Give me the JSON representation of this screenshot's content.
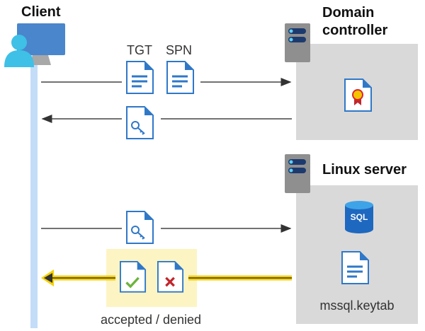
{
  "client": {
    "label": "Client"
  },
  "domain_controller": {
    "label_line1": "Domain",
    "label_line2": "controller"
  },
  "linux_server": {
    "label": "Linux server",
    "sql_label": "SQL",
    "keytab_label": "mssql.keytab"
  },
  "messages": {
    "tgt_label": "TGT",
    "spn_label": "SPN",
    "result_label": "accepted / denied"
  },
  "colors": {
    "lifeline": "#c3dcf8",
    "server_box": "#d9d9d9",
    "highlight": "#fdf4c4",
    "arrow_highlight": "#f5d000",
    "doc_blue": "#2f78c8"
  }
}
